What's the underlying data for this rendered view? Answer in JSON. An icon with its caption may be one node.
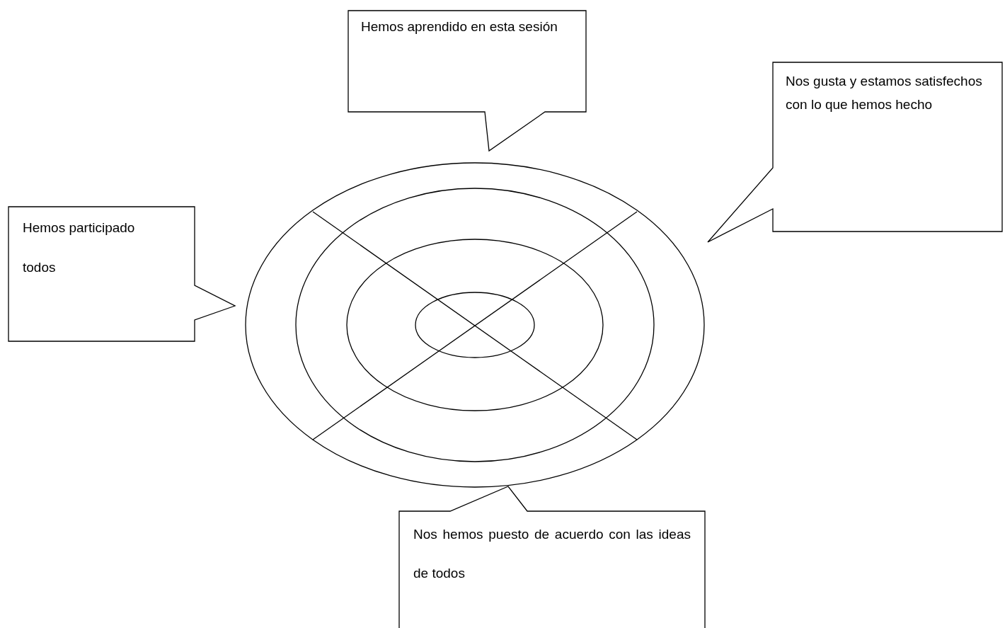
{
  "diagram": {
    "nodes": [
      {
        "text": [
          "Hemos aprendido en esta sesión"
        ]
      },
      {
        "text": [
          "Nos gusta y estamos satisfechos con lo que hemos hecho"
        ]
      },
      {
        "text": [
          "Hemos participado todos"
        ]
      },
      {
        "text": [
          "Nos hemos puesto de acuerdo con las ideas de todos"
        ]
      }
    ]
  }
}
